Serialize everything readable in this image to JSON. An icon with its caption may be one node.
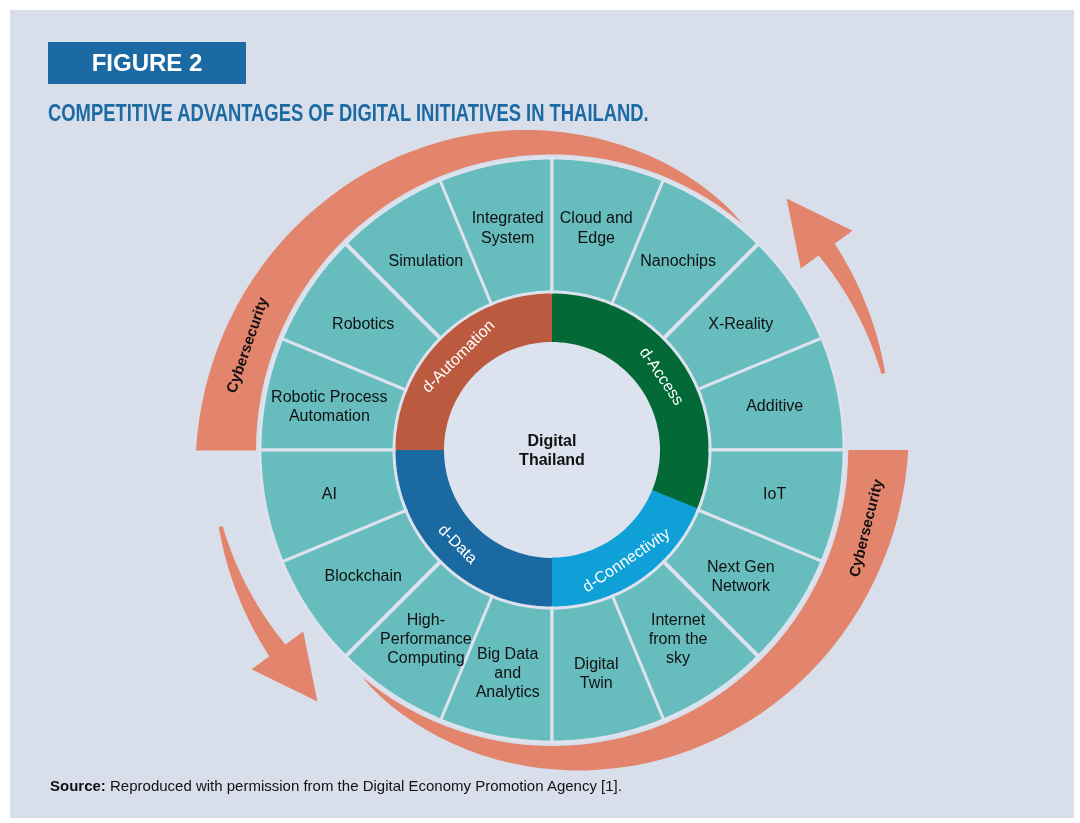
{
  "diagram": {
    "title": "COMPETITIVE ADVANTAGES OF DIGITAL INITIATIVES IN THAILAND.",
    "caption": "**Source:** Reproduced with permission from the Digital Economy Promotion Agency [1].",
    "nodes": [
      {
        "text": [
          "Digital Thailand"
        ]
      },
      {
        "text": [
          "d-Automation"
        ]
      },
      {
        "text": [
          "d-Access"
        ]
      },
      {
        "text": [
          "d-Connectivity"
        ]
      },
      {
        "text": [
          "d-Data"
        ]
      },
      {
        "text": [
          "Cloud and Edge"
        ]
      },
      {
        "text": [
          "Nanochips"
        ]
      },
      {
        "text": [
          "X-Reality"
        ]
      },
      {
        "text": [
          "Additive"
        ]
      },
      {
        "text": [
          "IoT"
        ]
      },
      {
        "text": [
          "Next Gen Network"
        ]
      },
      {
        "text": [
          "Internet from the sky"
        ]
      },
      {
        "text": [
          "Digital Twin"
        ]
      },
      {
        "text": [
          "Big Data and Analytics"
        ]
      },
      {
        "text": [
          "High-Performance Computing"
        ]
      },
      {
        "text": [
          "Blockchain"
        ]
      },
      {
        "text": [
          "AI"
        ]
      },
      {
        "text": [
          "Robotic Process Automation"
        ]
      },
      {
        "text": [
          "Robotics"
        ]
      },
      {
        "text": [
          "Simulation"
        ]
      },
      {
        "text": [
          "Integrated System"
        ]
      },
      {
        "text": [
          "Cybersecurity"
        ]
      },
      {
        "text": [
          "Cybersecurity"
        ]
      }
    ],
    "edges": [],
    "labels": [
      "FIGURE 2"
    ]
  }
}
